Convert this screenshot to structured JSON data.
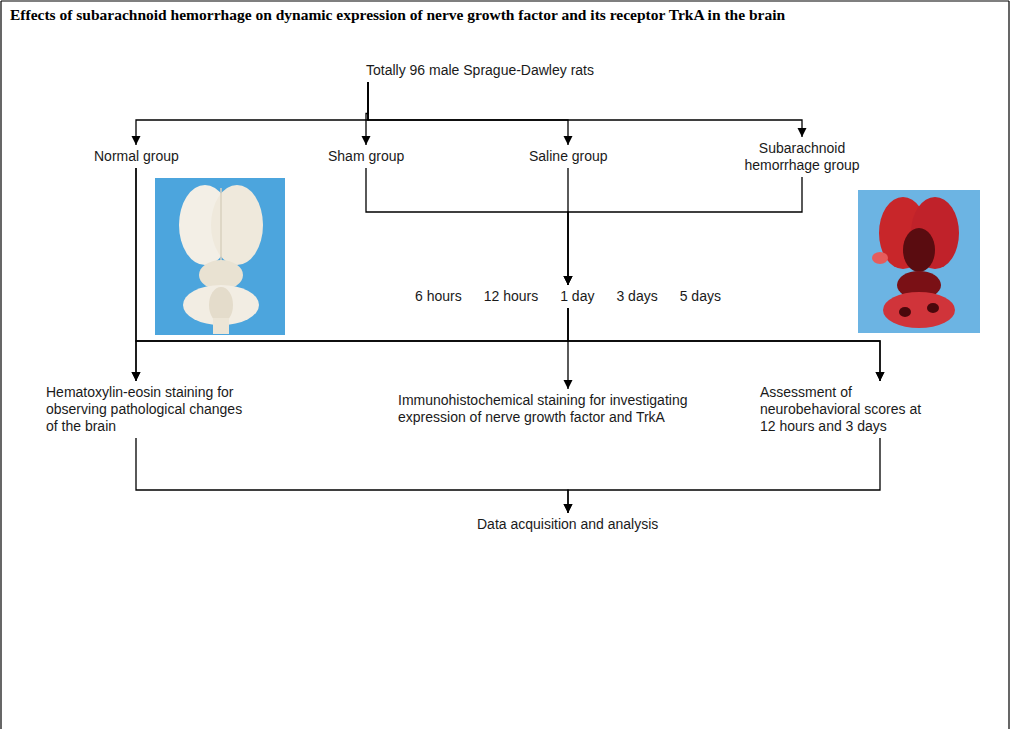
{
  "diagram": {
    "title": "Effects of subarachnoid hemorrhage on dynamic expression of nerve growth factor and its receptor TrkA in the brain",
    "nodes": [
      {
        "text": [
          "Totally 96 male Sprague-Dawley rats"
        ]
      },
      {
        "text": [
          "Normal group"
        ]
      },
      {
        "text": [
          "Sham group"
        ]
      },
      {
        "text": [
          "Saline group"
        ]
      },
      {
        "text": [
          "Subarachnoid hemorrhage group"
        ]
      },
      {
        "text": [
          "6 hours",
          "12 hours",
          "1 day",
          "3 days",
          "5 days"
        ]
      },
      {
        "text": [
          "Hematoxylin-eosin staining for observing pathological changes of the brain"
        ]
      },
      {
        "text": [
          "Immunohistochemical staining for investigating expression of nerve growth factor and TrkA"
        ]
      },
      {
        "text": [
          "Assessment of neurobehavioral scores at 12 hours and 3 days"
        ]
      },
      {
        "text": [
          "Data acquisition and analysis"
        ]
      }
    ],
    "edges": [
      {
        "from": 0,
        "to": 1,
        "arrow": "to"
      },
      {
        "from": 0,
        "to": 2,
        "arrow": "to"
      },
      {
        "from": 0,
        "to": 3,
        "arrow": "to"
      },
      {
        "from": 0,
        "to": 4,
        "arrow": "to"
      },
      {
        "from": 2,
        "to": 5,
        "arrow": "to"
      },
      {
        "from": 3,
        "to": 5,
        "arrow": "to"
      },
      {
        "from": 4,
        "to": 5,
        "arrow": "to"
      },
      {
        "from": 1,
        "to": 6,
        "arrow": "to"
      },
      {
        "from": 1,
        "to": 8,
        "arrow": "to"
      },
      {
        "from": 5,
        "to": 6,
        "arrow": "to"
      },
      {
        "from": 5,
        "to": 7,
        "arrow": "to"
      },
      {
        "from": 5,
        "to": 8,
        "arrow": "to"
      },
      {
        "from": 6,
        "to": 9,
        "arrow": "to"
      },
      {
        "from": 8,
        "to": 9,
        "arrow": "to"
      }
    ]
  }
}
